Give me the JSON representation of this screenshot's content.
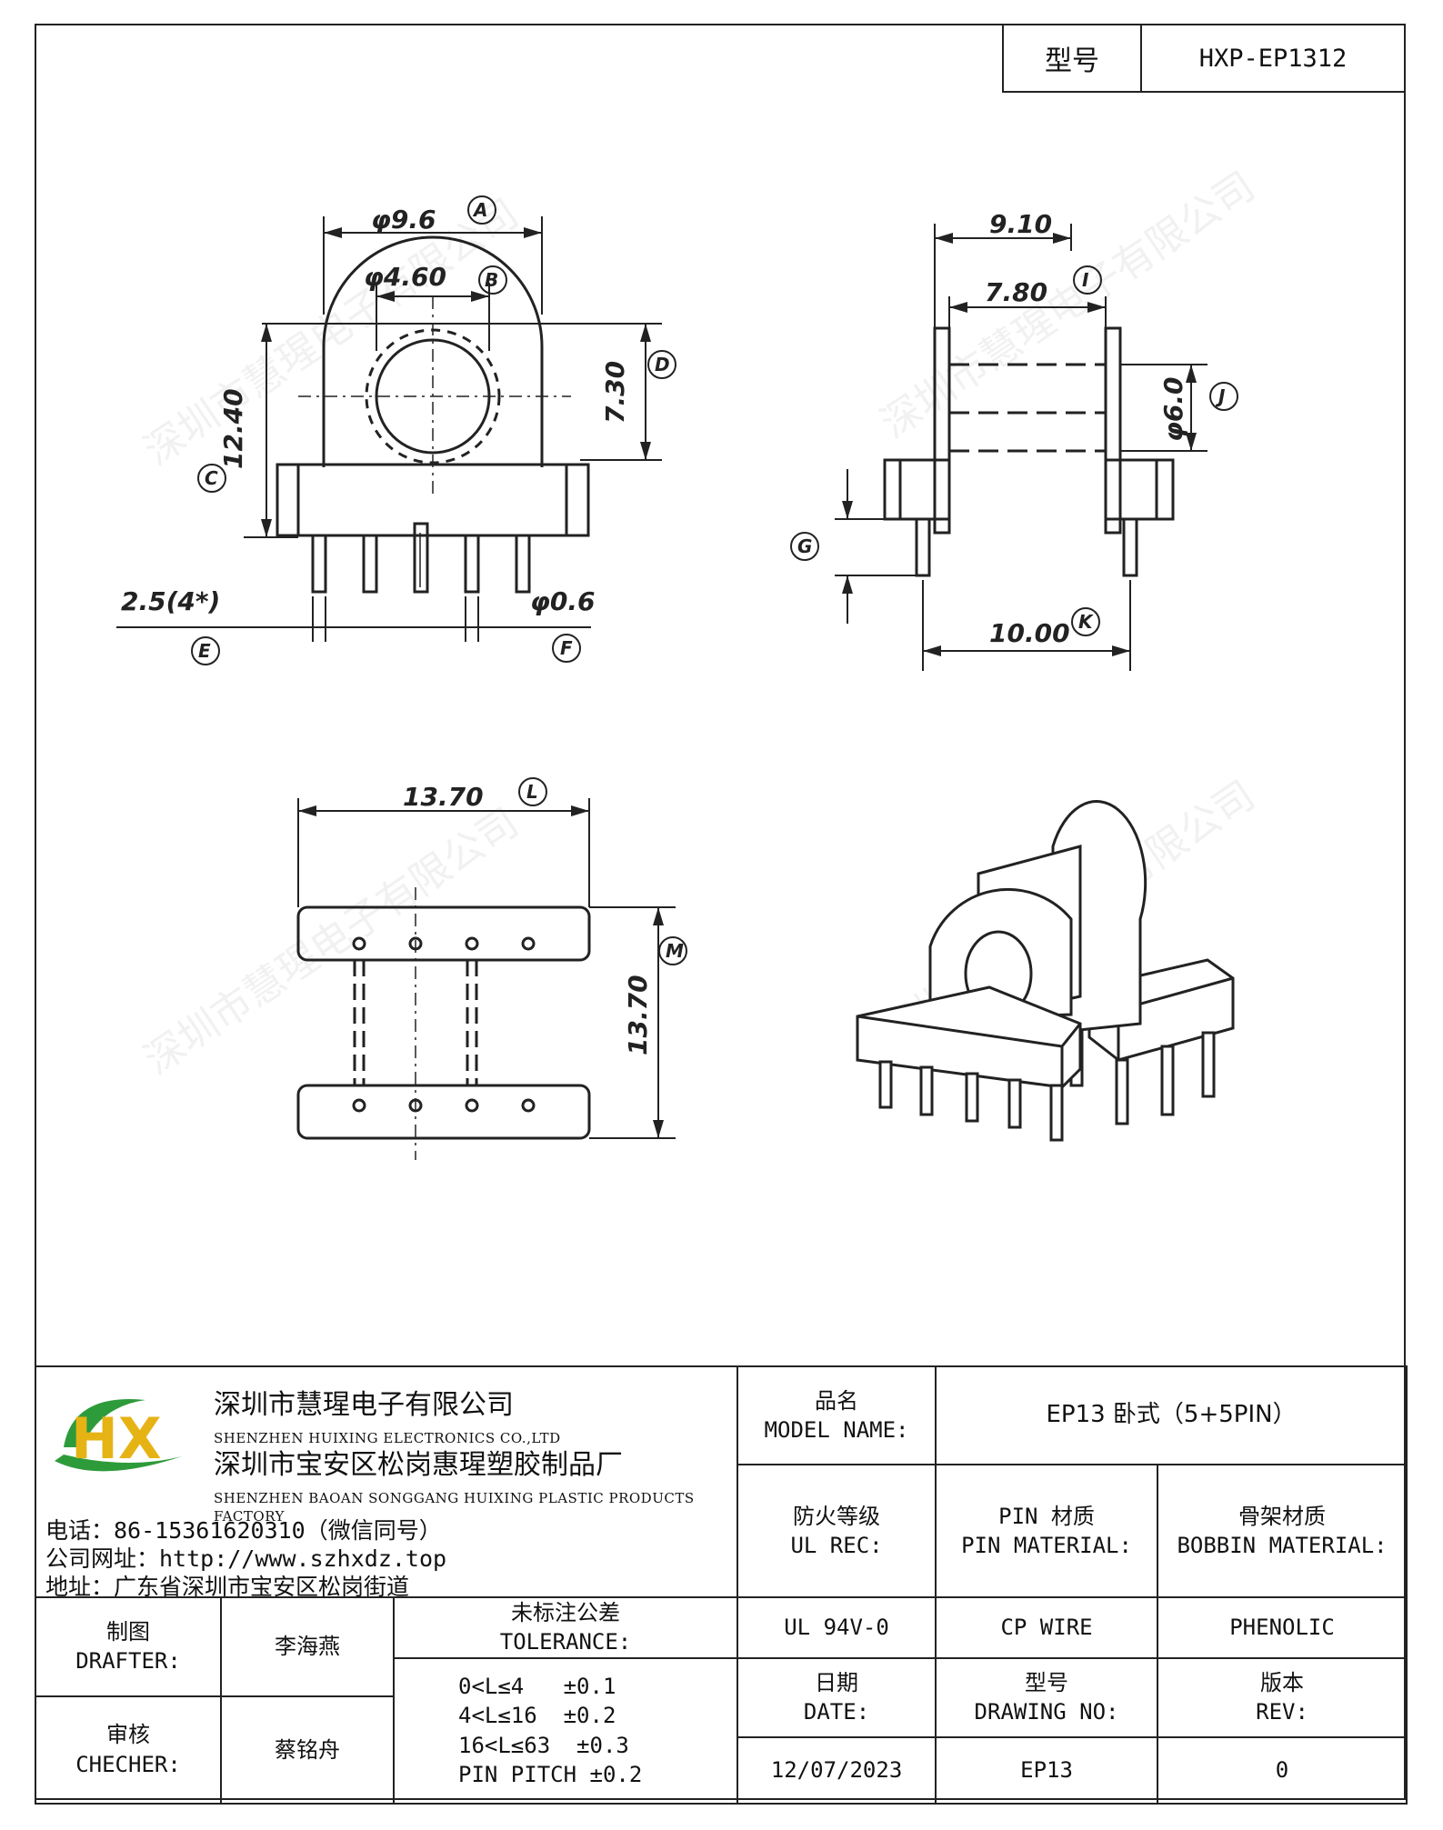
{
  "header": {
    "model_label": "型号",
    "model_value": "HXP-EP1312"
  },
  "dimensions": {
    "A": "φ9.6",
    "A_tag": "A",
    "B": "φ4.60",
    "B_tag": "B",
    "C": "12.40",
    "C_tag": "C",
    "D": "7.30",
    "D_tag": "D",
    "E": "2.5(4*)",
    "E_tag": "E",
    "F": "φ0.6",
    "F_tag": "F",
    "I": "9.10",
    "I2": "7.80",
    "I2_tag": "I",
    "J": "φ6.0",
    "J_tag": "J",
    "G_tag": "G",
    "K": "10.00",
    "K_tag": "K",
    "L": "13.70",
    "L_tag": "L",
    "M": "13.70",
    "M_tag": "M"
  },
  "watermark": "深圳市慧瑆电子有限公司",
  "company": {
    "logo_text": "HX",
    "name_cn": "深圳市慧瑆电子有限公司",
    "name_en": "SHENZHEN HUIXING ELECTRONICS CO.,LTD",
    "factory_cn": "深圳市宝安区松岗惠瑆塑胶制品厂",
    "factory_en": "SHENZHEN BAOAN SONGGANG HUIXING PLASTIC PRODUCTS FACTORY",
    "phone": "电话：86-15361620310（微信同号）",
    "website": "公司网址：http://www.szhxdz.top",
    "address": "地址：广东省深圳市宝安区松岗街道"
  },
  "titleblock": {
    "model_name_cn": "品名",
    "model_name_en": "MODEL NAME:",
    "model_name_value": "EP13 卧式（5+5PIN）",
    "ul_cn": "防火等级",
    "ul_en": "UL REC:",
    "pin_cn": "PIN 材质",
    "pin_en": "PIN MATERIAL:",
    "bobbin_cn": "骨架材质",
    "bobbin_en": "BOBBIN MATERIAL:",
    "ul_value": "UL 94V-0",
    "pin_value": "CP WIRE",
    "bobbin_value": "PHENOLIC",
    "drafter_cn": "制图",
    "drafter_en": "DRAFTER:",
    "drafter_value": "李海燕",
    "checker_cn": "审核",
    "checker_en": "CHECHER:",
    "checker_value": "蔡铭舟",
    "tol_cn": "未标注公差",
    "tol_en": "TOLERANCE:",
    "tol_1": "0<L≤4   ±0.1",
    "tol_2": "4<L≤16  ±0.2",
    "tol_3": "16<L≤63  ±0.3",
    "tol_4": "PIN PITCH ±0.2",
    "date_cn": "日期",
    "date_en": "DATE:",
    "drawing_cn": "型号",
    "drawing_en": "DRAWING NO:",
    "rev_cn": "版本",
    "rev_en": "REV:",
    "date_value": "12/07/2023",
    "drawing_value": "EP13",
    "rev_value": "0"
  }
}
